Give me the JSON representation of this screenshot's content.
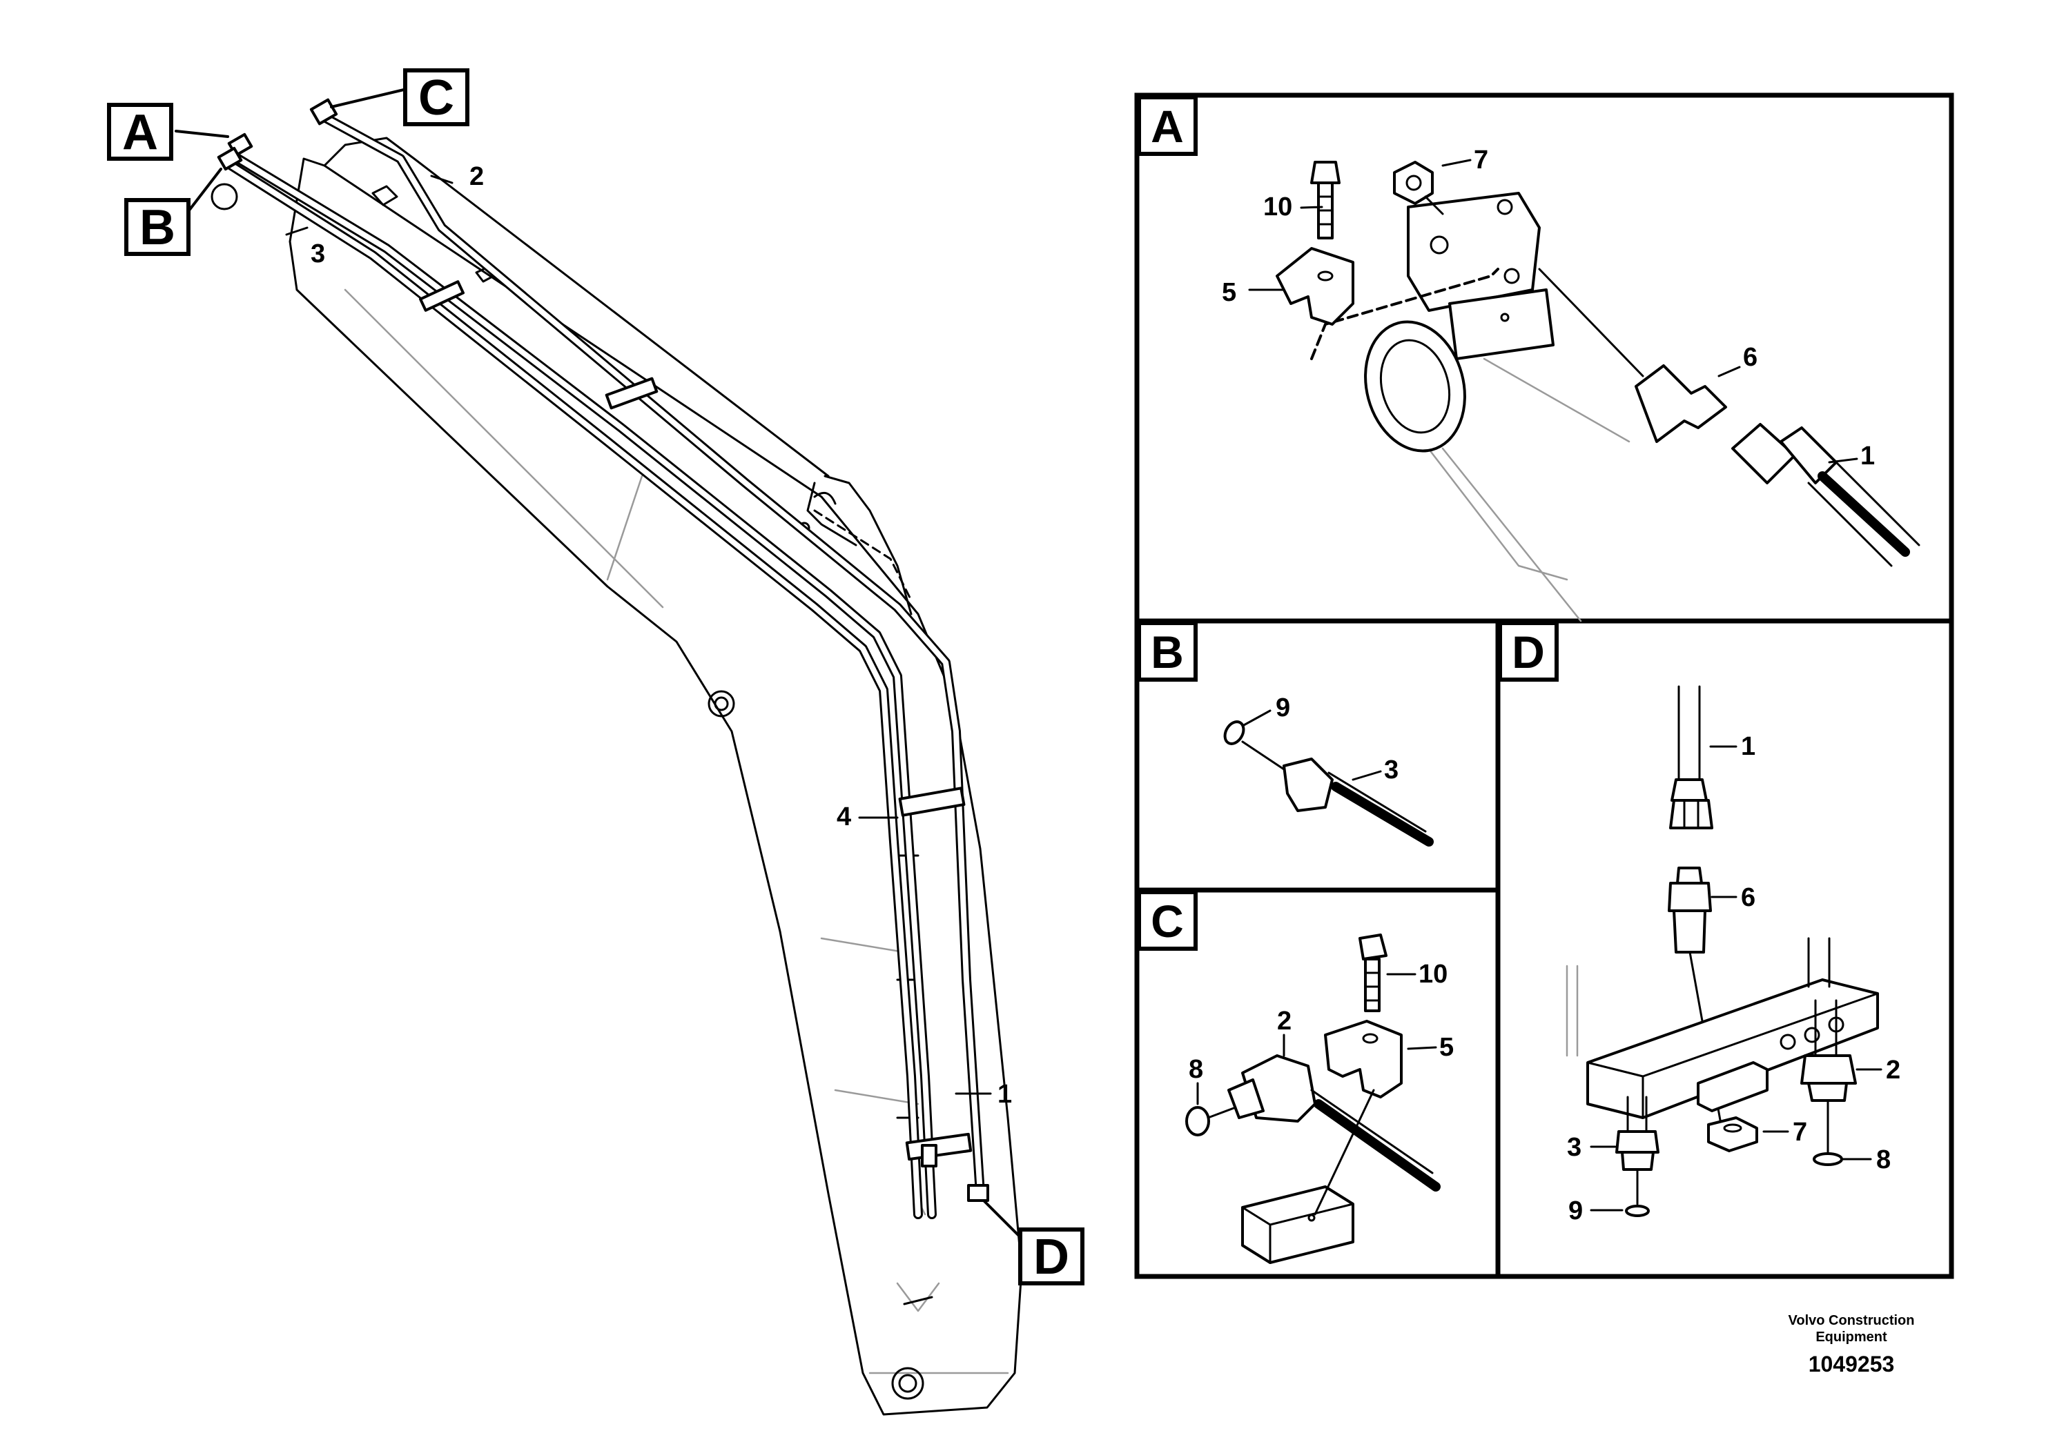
{
  "main_view": {
    "callouts": {
      "a": "A",
      "b": "B",
      "c": "C",
      "d": "D"
    },
    "labels": {
      "l1": "1",
      "l2": "2",
      "l3": "3",
      "l4": "4"
    }
  },
  "detail_a": {
    "title": "A",
    "labels": {
      "l1": "1",
      "l5": "5",
      "l6": "6",
      "l7": "7",
      "l10": "10"
    }
  },
  "detail_b": {
    "title": "B",
    "labels": {
      "l3": "3",
      "l9": "9"
    }
  },
  "detail_c": {
    "title": "C",
    "labels": {
      "l2": "2",
      "l5": "5",
      "l8": "8",
      "l10": "10"
    }
  },
  "detail_d": {
    "title": "D",
    "labels": {
      "l1": "1",
      "l2": "2",
      "l3": "3",
      "l6": "6",
      "l7": "7",
      "l8": "8",
      "l9": "9"
    }
  },
  "footer": {
    "company_line1": "Volvo Construction",
    "company_line2": "Equipment",
    "drawing_number": "1049253"
  }
}
